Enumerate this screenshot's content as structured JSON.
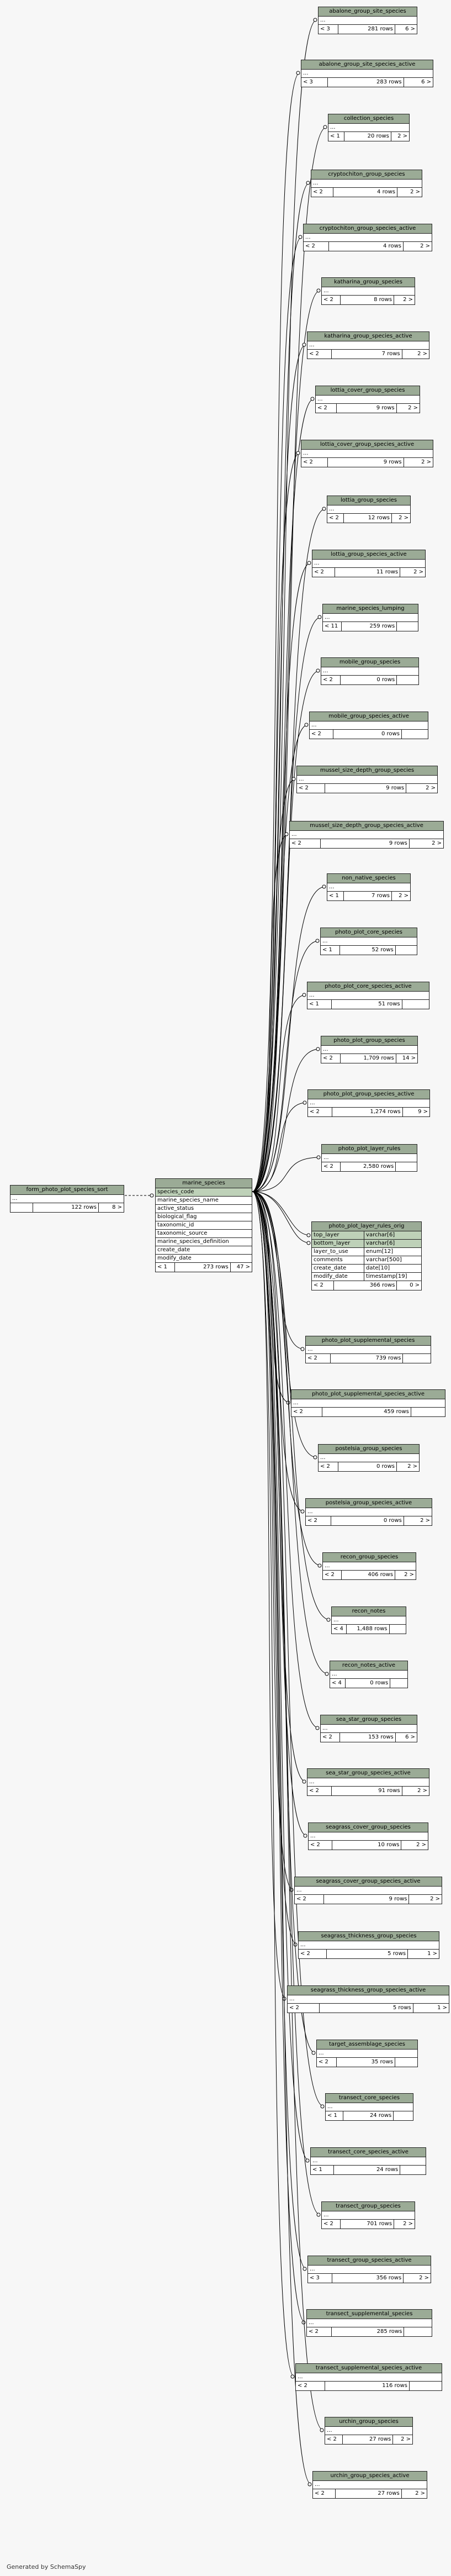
{
  "footer": "Generated by SchemaSpy",
  "main_table": {
    "name": "marine_species",
    "pk_column": "species_code",
    "columns": [
      "marine_species_name",
      "active_status",
      "biological_flag",
      "taxonomic_id",
      "taxonomic_source",
      "marine_species_definition",
      "create_date",
      "modify_date"
    ],
    "parents": "< 1",
    "rows": "273 rows",
    "children": "47 >"
  },
  "parent_table": {
    "name": "form_photo_plot_species_sort",
    "ellipsis": "...",
    "parents": "",
    "rows": "122 rows",
    "children": "8 >"
  },
  "layer_rules_table": {
    "name": "photo_plot_layer_rules_orig",
    "columns": [
      {
        "name": "top_layer",
        "type": "varchar[6]",
        "pk": true
      },
      {
        "name": "bottom_layer",
        "type": "varchar[6]",
        "pk": true
      },
      {
        "name": "layer_to_use",
        "type": "enum[12]",
        "pk": false
      },
      {
        "name": "comments",
        "type": "varchar[500]",
        "pk": false
      },
      {
        "name": "create_date",
        "type": "date[10]",
        "pk": false
      },
      {
        "name": "modify_date",
        "type": "timestamp[19]",
        "pk": false
      }
    ],
    "parents": "< 2",
    "rows": "366 rows",
    "children": "0 >"
  },
  "child_tables": [
    {
      "name": "abalone_group_site_species",
      "parents": "< 3",
      "rows": "281 rows",
      "children": "6 >"
    },
    {
      "name": "abalone_group_site_species_active",
      "parents": "< 3",
      "rows": "283 rows",
      "children": "6 >"
    },
    {
      "name": "collection_species",
      "parents": "< 1",
      "rows": "20 rows",
      "children": "2 >"
    },
    {
      "name": "cryptochiton_group_species",
      "parents": "< 2",
      "rows": "4 rows",
      "children": "2 >"
    },
    {
      "name": "cryptochiton_group_species_active",
      "parents": "< 2",
      "rows": "4 rows",
      "children": "2 >"
    },
    {
      "name": "katharina_group_species",
      "parents": "< 2",
      "rows": "8 rows",
      "children": "2 >"
    },
    {
      "name": "katharina_group_species_active",
      "parents": "< 2",
      "rows": "7 rows",
      "children": "2 >"
    },
    {
      "name": "lottia_cover_group_species",
      "parents": "< 2",
      "rows": "9 rows",
      "children": "2 >"
    },
    {
      "name": "lottia_cover_group_species_active",
      "parents": "< 2",
      "rows": "9 rows",
      "children": "2 >"
    },
    {
      "name": "lottia_group_species",
      "parents": "< 2",
      "rows": "12 rows",
      "children": "2 >"
    },
    {
      "name": "lottia_group_species_active",
      "parents": "< 2",
      "rows": "11 rows",
      "children": "2 >"
    },
    {
      "name": "marine_species_lumping",
      "parents": "< 11",
      "rows": "259 rows",
      "children": ""
    },
    {
      "name": "mobile_group_species",
      "parents": "< 2",
      "rows": "0 rows",
      "children": ""
    },
    {
      "name": "mobile_group_species_active",
      "parents": "< 2",
      "rows": "0 rows",
      "children": ""
    },
    {
      "name": "mussel_size_depth_group_species",
      "parents": "< 2",
      "rows": "9 rows",
      "children": "2 >"
    },
    {
      "name": "mussel_size_depth_group_species_active",
      "parents": "< 2",
      "rows": "9 rows",
      "children": "2 >"
    },
    {
      "name": "non_native_species",
      "parents": "< 1",
      "rows": "7 rows",
      "children": "2 >"
    },
    {
      "name": "photo_plot_core_species",
      "parents": "< 1",
      "rows": "52 rows",
      "children": ""
    },
    {
      "name": "photo_plot_core_species_active",
      "parents": "< 1",
      "rows": "51 rows",
      "children": ""
    },
    {
      "name": "photo_plot_group_species",
      "parents": "< 2",
      "rows": "1,709 rows",
      "children": "14 >"
    },
    {
      "name": "photo_plot_group_species_active",
      "parents": "< 2",
      "rows": "1,274 rows",
      "children": "9 >"
    },
    {
      "name": "photo_plot_layer_rules",
      "parents": "< 2",
      "rows": "2,580 rows",
      "children": ""
    },
    {
      "name": "photo_plot_supplemental_species",
      "parents": "< 2",
      "rows": "739 rows",
      "children": ""
    },
    {
      "name": "photo_plot_supplemental_species_active",
      "parents": "< 2",
      "rows": "459 rows",
      "children": ""
    },
    {
      "name": "postelsia_group_species",
      "parents": "< 2",
      "rows": "0 rows",
      "children": "2 >"
    },
    {
      "name": "postelsia_group_species_active",
      "parents": "< 2",
      "rows": "0 rows",
      "children": "2 >"
    },
    {
      "name": "recon_group_species",
      "parents": "< 2",
      "rows": "406 rows",
      "children": "2 >"
    },
    {
      "name": "recon_notes",
      "parents": "< 4",
      "rows": "1,488 rows",
      "children": ""
    },
    {
      "name": "recon_notes_active",
      "parents": "< 4",
      "rows": "0 rows",
      "children": ""
    },
    {
      "name": "sea_star_group_species",
      "parents": "< 2",
      "rows": "153 rows",
      "children": "6 >"
    },
    {
      "name": "sea_star_group_species_active",
      "parents": "< 2",
      "rows": "91 rows",
      "children": "2 >"
    },
    {
      "name": "seagrass_cover_group_species",
      "parents": "< 2",
      "rows": "10 rows",
      "children": "2 >"
    },
    {
      "name": "seagrass_cover_group_species_active",
      "parents": "< 2",
      "rows": "9 rows",
      "children": "2 >"
    },
    {
      "name": "seagrass_thickness_group_species",
      "parents": "< 2",
      "rows": "5 rows",
      "children": "1 >"
    },
    {
      "name": "seagrass_thickness_group_species_active",
      "parents": "< 2",
      "rows": "5 rows",
      "children": "1 >"
    },
    {
      "name": "target_assemblage_species",
      "parents": "< 2",
      "rows": "35 rows",
      "children": ""
    },
    {
      "name": "transect_core_species",
      "parents": "< 1",
      "rows": "24 rows",
      "children": ""
    },
    {
      "name": "transect_core_species_active",
      "parents": "< 1",
      "rows": "24 rows",
      "children": ""
    },
    {
      "name": "transect_group_species",
      "parents": "< 2",
      "rows": "701 rows",
      "children": "2 >"
    },
    {
      "name": "transect_group_species_active",
      "parents": "< 3",
      "rows": "356 rows",
      "children": "2 >"
    },
    {
      "name": "transect_supplemental_species",
      "parents": "< 2",
      "rows": "285 rows",
      "children": ""
    },
    {
      "name": "transect_supplemental_species_active",
      "parents": "< 2",
      "rows": "116 rows",
      "children": ""
    },
    {
      "name": "urchin_group_species",
      "parents": "< 2",
      "rows": "27 rows",
      "children": "2 >"
    },
    {
      "name": "urchin_group_species_active",
      "parents": "< 2",
      "rows": "27 rows",
      "children": "2 >"
    }
  ],
  "ellipsis": "..."
}
